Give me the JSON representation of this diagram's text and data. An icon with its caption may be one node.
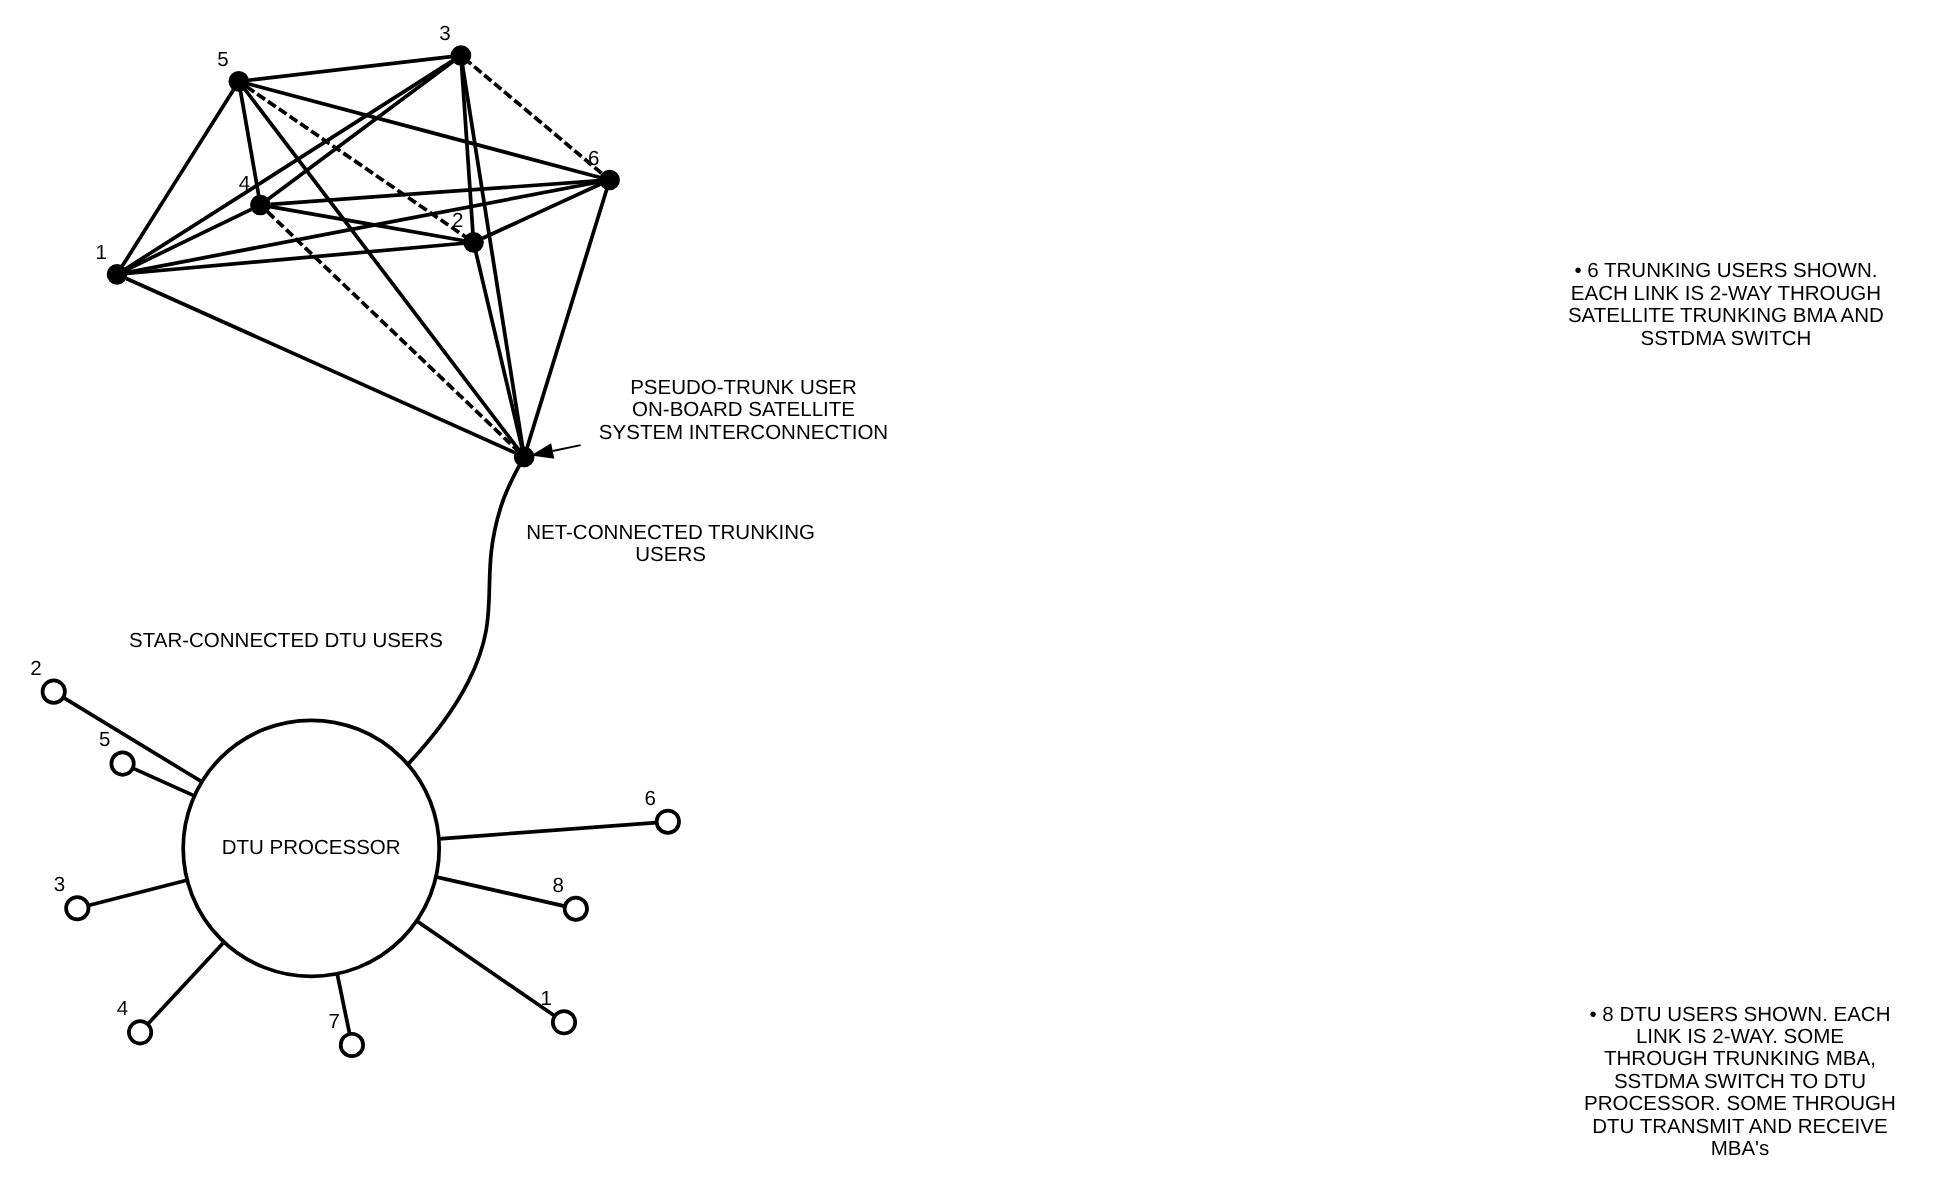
{
  "diagram": {
    "nodes": [
      {
        "text": [],
        "shape": "dot",
        "beside": [
          "5"
        ]
      },
      {
        "text": [],
        "shape": "dot",
        "beside": [
          "6"
        ]
      },
      {
        "text": [],
        "shape": "dot",
        "beside": [
          "4"
        ]
      },
      {
        "text": [],
        "shape": "dot",
        "beside": [
          "1"
        ]
      },
      {
        "text": [],
        "shape": "dot"
      },
      {
        "text": [],
        "shape": "dot",
        "beside": [
          "3"
        ]
      },
      {
        "text": [],
        "shape": "dot",
        "beside": [
          "2"
        ]
      },
      {
        "text": [],
        "shape": "circle",
        "beside": [
          "2"
        ]
      },
      {
        "text": [],
        "shape": "circle",
        "beside": [
          "3"
        ]
      },
      {
        "text": [],
        "shape": "circle",
        "beside": [
          "1"
        ]
      },
      {
        "text": [],
        "shape": "circle",
        "beside": [
          "4"
        ]
      },
      {
        "text": [
          "DTU PROCESSOR"
        ]
      },
      {
        "text": [],
        "shape": "circle",
        "beside": [
          "5"
        ]
      },
      {
        "text": [],
        "shape": "circle",
        "beside": [
          "8"
        ]
      },
      {
        "text": [],
        "shape": "circle",
        "beside": [
          "7"
        ]
      },
      {
        "text": [],
        "shape": "circle",
        "beside": [
          "6"
        ]
      },
      {
        "text": [
          "PSEUDO-TRUNK USER ON-BOARD SATELLITE SYSTEM INTERCONNECTION"
        ]
      }
    ],
    "edges": [
      {
        "from": 0,
        "to": 1,
        "arrow": "none"
      },
      {
        "from": 1,
        "to": 4,
        "arrow": "none"
      },
      {
        "from": 4,
        "to": 6,
        "arrow": "none"
      },
      {
        "from": 6,
        "to": 5,
        "arrow": "none"
      },
      {
        "from": 5,
        "to": 2,
        "arrow": "none"
      },
      {
        "from": 2,
        "to": 0,
        "arrow": "none"
      },
      {
        "from": 3,
        "to": 0,
        "arrow": "none"
      },
      {
        "from": 3,
        "to": 1,
        "arrow": "none"
      },
      {
        "from": 3,
        "to": 2,
        "arrow": "none"
      },
      {
        "from": 3,
        "to": 4,
        "arrow": "none"
      },
      {
        "from": 3,
        "to": 5,
        "arrow": "none"
      },
      {
        "from": 3,
        "to": 6,
        "arrow": "none"
      },
      {
        "from": 0,
        "to": 5,
        "arrow": "none"
      },
      {
        "from": 1,
        "to": 6,
        "arrow": "none"
      },
      {
        "from": 2,
        "to": 1,
        "arrow": "none"
      },
      {
        "from": 2,
        "to": 6,
        "arrow": "none"
      },
      {
        "from": 0,
        "to": 4,
        "arrow": "none"
      },
      {
        "from": 5,
        "to": 4,
        "arrow": "none"
      },
      {
        "from": 0,
        "to": 6,
        "arrow": "none",
        "style": "dashed"
      },
      {
        "from": 1,
        "to": 5,
        "arrow": "none",
        "style": "dashed"
      },
      {
        "from": 2,
        "to": 4,
        "arrow": "none",
        "style": "dashed"
      },
      {
        "from": 4,
        "to": 11,
        "arrow": "none"
      },
      {
        "from": 11,
        "to": 9,
        "arrow": "none"
      },
      {
        "from": 11,
        "to": 7,
        "arrow": "none"
      },
      {
        "from": 11,
        "to": 8,
        "arrow": "none"
      },
      {
        "from": 11,
        "to": 10,
        "arrow": "none"
      },
      {
        "from": 11,
        "to": 12,
        "arrow": "none"
      },
      {
        "from": 11,
        "to": 15,
        "arrow": "none"
      },
      {
        "from": 11,
        "to": 14,
        "arrow": "none"
      },
      {
        "from": 11,
        "to": 13,
        "arrow": "none"
      },
      {
        "from": 16,
        "to": 4,
        "arrow": "to"
      }
    ],
    "labels": [
      "NET-CONNECTED TRUNKING USERS",
      "STAR-CONNECTED DTU USERS",
      "• 6 TRUNKING USERS SHOWN. EACH LINK IS 2-WAY THROUGH SATELLITE TRUNKING BMA AND SSTDMA SWITCH",
      "• 8 DTU USERS SHOWN. EACH LINK IS 2-WAY. SOME THROUGH TRUNKING MBA, SSTDMA SWITCH TO DTU PROCESSOR. SOME THROUGH DTU TRANSMIT AND RECEIVE MBA's"
    ]
  }
}
